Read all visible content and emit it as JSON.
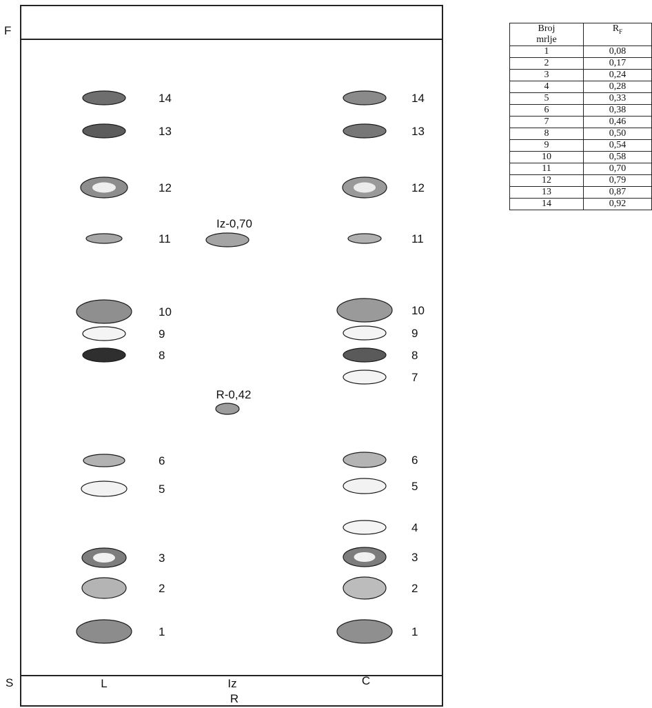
{
  "edge_labels": {
    "front": "F",
    "start": "S"
  },
  "lanes": [
    {
      "id": "L",
      "label": "L",
      "spots": [
        {
          "num": "14",
          "fill": "#6e6e6e",
          "core": null
        },
        {
          "num": "13",
          "fill": "#5c5c5c",
          "core": null
        },
        {
          "num": "12",
          "fill": "#8d8d8d",
          "core": "#eeeeee"
        },
        {
          "num": "11",
          "fill": "#a6a6a6",
          "core": null
        },
        {
          "num": "10",
          "fill": "#8f8f8f",
          "core": null
        },
        {
          "num": "9",
          "fill": "#f4f4f4",
          "core": null
        },
        {
          "num": "8",
          "fill": "#2f2f2f",
          "core": null
        },
        {
          "num": "6",
          "fill": "#b2b2b2",
          "core": null
        },
        {
          "num": "5",
          "fill": "#f2f2f2",
          "core": null
        },
        {
          "num": "3",
          "fill": "#7d7d7d",
          "core": "#f0f0f0"
        },
        {
          "num": "2",
          "fill": "#b4b4b4",
          "core": null
        },
        {
          "num": "1",
          "fill": "#8c8c8c",
          "core": null
        }
      ]
    },
    {
      "id": "Iz",
      "label": "Iz",
      "spots": [
        {
          "num": "",
          "fill": "#a4a4a4",
          "core": null,
          "tag": "Iz-0,70"
        },
        {
          "num": "",
          "fill": "#9c9c9c",
          "core": null,
          "tag": "R-0,42"
        }
      ]
    },
    {
      "id": "C",
      "label": "C",
      "spots": [
        {
          "num": "14",
          "fill": "#8a8a8a",
          "core": null
        },
        {
          "num": "13",
          "fill": "#777777",
          "core": null
        },
        {
          "num": "12",
          "fill": "#9a9a9a",
          "core": "#ececec"
        },
        {
          "num": "11",
          "fill": "#b0b0b0",
          "core": null
        },
        {
          "num": "10",
          "fill": "#9a9a9a",
          "core": null
        },
        {
          "num": "9",
          "fill": "#f4f4f4",
          "core": null
        },
        {
          "num": "8",
          "fill": "#5a5a5a",
          "core": null
        },
        {
          "num": "7",
          "fill": "#f4f4f4",
          "core": null
        },
        {
          "num": "6",
          "fill": "#b4b4b4",
          "core": null
        },
        {
          "num": "5",
          "fill": "#f2f2f2",
          "core": null
        },
        {
          "num": "4",
          "fill": "#f4f4f4",
          "core": null
        },
        {
          "num": "3",
          "fill": "#7d7d7d",
          "core": "#f0f0f0"
        },
        {
          "num": "2",
          "fill": "#bcbcbc",
          "core": null
        },
        {
          "num": "1",
          "fill": "#8f8f8f",
          "core": null
        }
      ]
    }
  ],
  "bottom_label": "R",
  "table": {
    "header_col1_line1": "Broj",
    "header_col1_line2": "mrlje",
    "header_col2_main": "R",
    "header_col2_sub": "F",
    "rows": [
      {
        "spot": "1",
        "rf": "0,08"
      },
      {
        "spot": "2",
        "rf": "0,17"
      },
      {
        "spot": "3",
        "rf": "0,24"
      },
      {
        "spot": "4",
        "rf": "0,28"
      },
      {
        "spot": "5",
        "rf": "0,33"
      },
      {
        "spot": "6",
        "rf": "0,38"
      },
      {
        "spot": "7",
        "rf": "0,46"
      },
      {
        "spot": "8",
        "rf": "0,50"
      },
      {
        "spot": "9",
        "rf": "0,54"
      },
      {
        "spot": "10",
        "rf": "0,58"
      },
      {
        "spot": "11",
        "rf": "0,70"
      },
      {
        "spot": "12",
        "rf": "0,79"
      },
      {
        "spot": "13",
        "rf": "0,87"
      },
      {
        "spot": "14",
        "rf": "0,92"
      }
    ]
  }
}
